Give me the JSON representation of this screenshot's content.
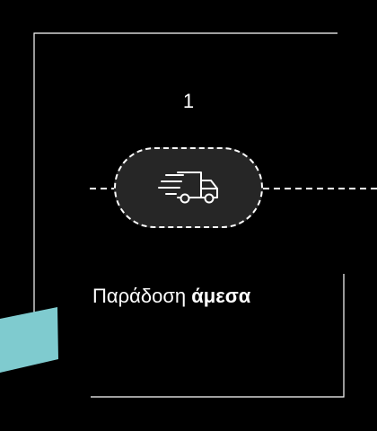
{
  "step": {
    "number": "1"
  },
  "feature": {
    "title_regular": "Παράδοση",
    "title_bold": "άμεσα"
  },
  "icons": {
    "delivery": "delivery-truck-icon"
  },
  "colors": {
    "background": "#000000",
    "foreground": "#ffffff",
    "pill_fill": "#262626",
    "accent": "#7fcbcf"
  }
}
